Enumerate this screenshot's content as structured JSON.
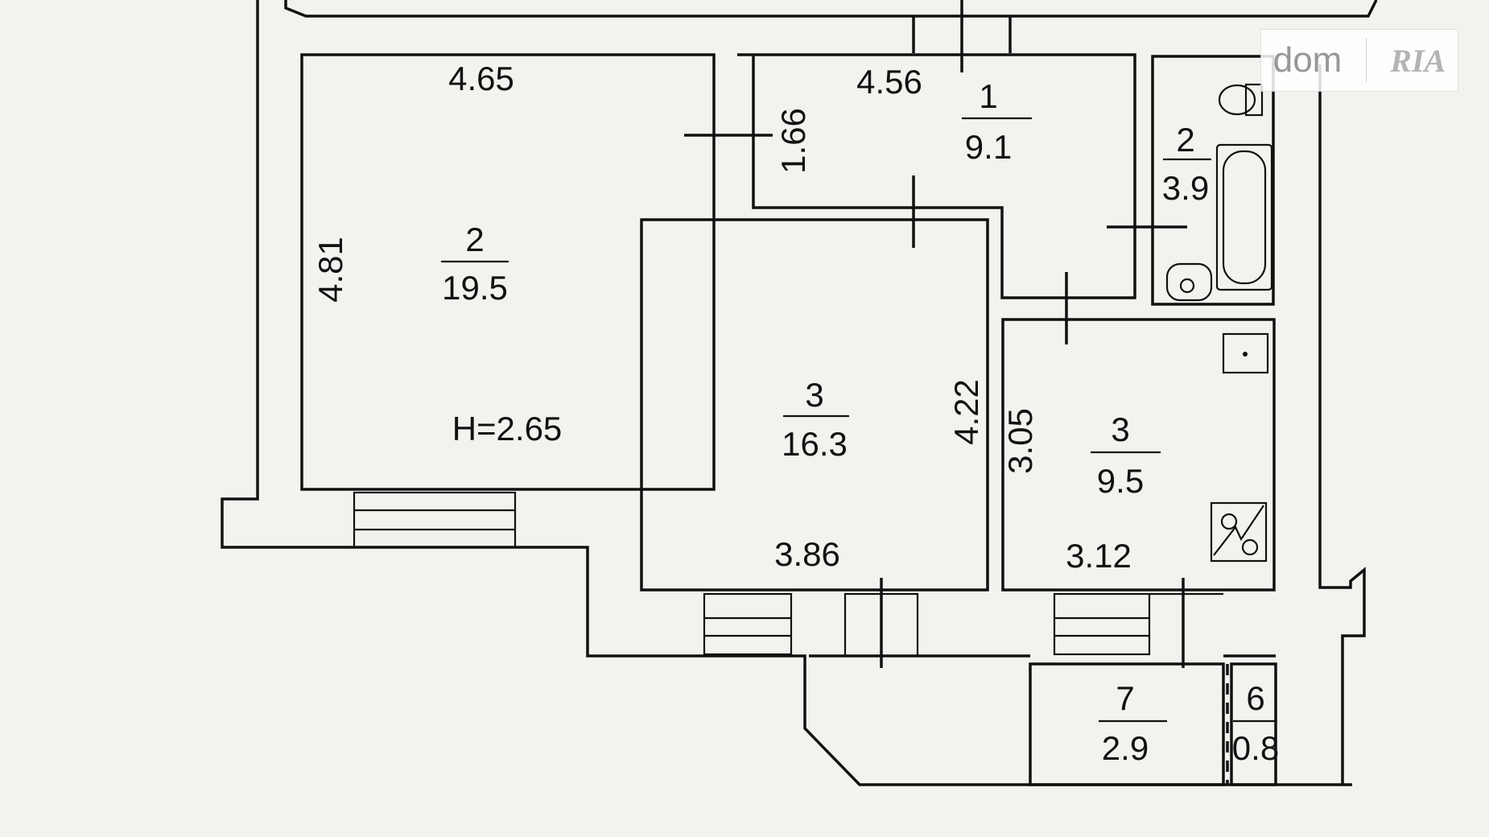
{
  "watermark": {
    "left": "dom",
    "right": "RIA"
  },
  "rooms": [
    {
      "id": "room-1",
      "number": "1",
      "area": "9.1"
    },
    {
      "id": "room-2-living",
      "number": "2",
      "area": "19.5"
    },
    {
      "id": "room-2-bath",
      "number": "2",
      "area": "3.9"
    },
    {
      "id": "room-3-living",
      "number": "3",
      "area": "16.3"
    },
    {
      "id": "room-3-kitchen",
      "number": "3",
      "area": "9.5"
    },
    {
      "id": "room-7",
      "number": "7",
      "area": "2.9"
    },
    {
      "id": "room-6",
      "number": "6",
      "area": "0.8"
    }
  ],
  "dimensions": {
    "d465": "4.65",
    "d456": "4.56",
    "d166": "1.66",
    "d481": "4.81",
    "d422": "4.22",
    "d305": "3.05",
    "d386": "3.86",
    "d312": "3.12"
  },
  "ceiling_height": "H=2.65"
}
